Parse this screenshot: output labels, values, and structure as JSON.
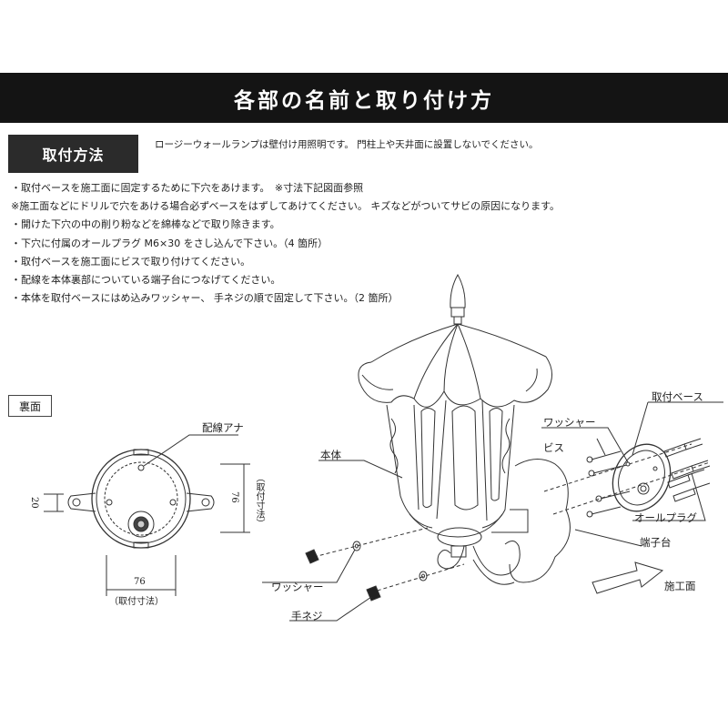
{
  "header": {
    "title": "各部の名前と取り付け方"
  },
  "section": {
    "label": "取付方法",
    "note": "ロージーウォールランプは壁付け用照明です。 門柱上や天井面に設置しないでください。"
  },
  "steps": [
    "・取付ベースを施工面に固定するために下穴をあけます。　※寸法下記図面参照",
    "※施工面などにドリルで穴をあける場合必ずベースをはずしてあけてください。 キズなどがついてサビの原因になります。",
    "・開けた下穴の中の削り粉などを綿棒などで取り除きます。",
    "・下穴に付属のオールプラグ M6×30 をさし込んで下さい。（4 箇所）",
    "・取付ベースを施工面にビスで取り付けてください。",
    "・配線を本体裏部についている端子台につなげてください。",
    "・本体を取付ベースにはめ込みワッシャー、 手ネジの順で固定して下さい。（2 箇所）"
  ],
  "back_view": {
    "label": "裏面",
    "wire_hole_label": "配線アナ",
    "dim_width": "76",
    "dim_width_note": "（取付寸法）",
    "dim_height": "76",
    "dim_height_note": "（取付寸法）",
    "dim_side": "20"
  },
  "parts": {
    "mounting_base": "取付ベース",
    "washer_upper": "ワッシャー",
    "screw": "ビス",
    "body": "本体",
    "wall_plug": "オールプラグ",
    "terminal_block": "端子台",
    "washer_lower": "ワッシャー",
    "hand_screw": "手ネジ",
    "install_surface": "施工面"
  }
}
